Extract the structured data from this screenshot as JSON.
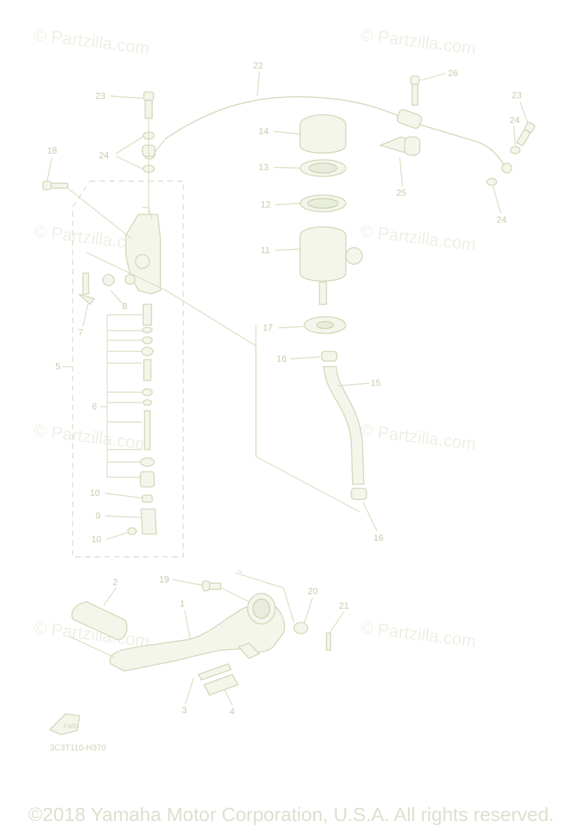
{
  "watermark_text": "© Partzilla.com",
  "drawing_code": "3C3T110-H370",
  "fwd_label": "FWD",
  "copyright": "©2018 Yamaha Motor Corporation, U.S.A. All rights reserved.",
  "callouts": {
    "c1": "1",
    "c2": "2",
    "c3": "3",
    "c4": "4",
    "c5": "5",
    "c6": "6",
    "c7": "7",
    "c8": "8",
    "c9": "9",
    "c10a": "10",
    "c10b": "10",
    "c11": "11",
    "c12": "12",
    "c13": "13",
    "c14": "14",
    "c15": "15",
    "c16a": "16",
    "c16b": "16",
    "c17": "17",
    "c18": "18",
    "c19": "19",
    "c20": "20",
    "c21": "21",
    "c22": "22",
    "c23a": "23",
    "c23b": "23",
    "c24a": "24",
    "c24b": "24",
    "c24c": "24",
    "c25": "25",
    "c26": "26"
  },
  "colors": {
    "line": "#d8e0c4",
    "label": "#c4cdaa",
    "watermark": "#eef0e6",
    "copyright": "#dbe1ce"
  }
}
